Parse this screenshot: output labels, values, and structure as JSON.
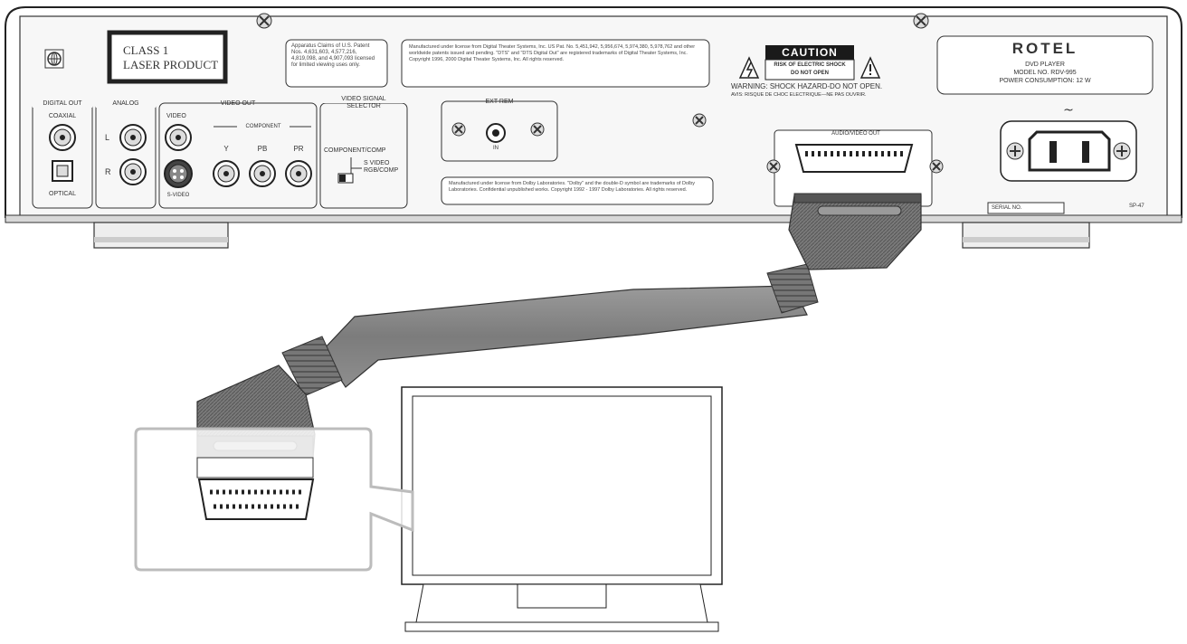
{
  "laser_label": {
    "line1": "CLASS 1",
    "line2": "LASER PRODUCT"
  },
  "patent_note": "Apparatus Claims of U.S. Patent Nos. 4,631,603, 4,577,216, 4,819,098, and 4,907,093 licensed for limited viewing uses only.",
  "dts_note": "Manufactured under license from Digital Theater Systems, Inc. US Pat. No. 5,451,942, 5,956,674, 5,974,380, 5,978,762 and other worldwide patents issued and pending. \"DTS\" and \"DTS Digital Out\" are registered trademarks of Digital Theater Systems, Inc. Copyright 1996, 2000 Digital Theater Systems, Inc. All rights reserved.",
  "dolby_note": "Manufactured under license from Dolby Laboratories. \"Dolby\" and the double-D symbol are trademarks of Dolby Laboratories. Confidential unpublished works. Copyright 1992 - 1997 Dolby Laboratories. All rights reserved.",
  "caution": {
    "title": "CAUTION",
    "line1": "RISK OF ELECTRIC SHOCK",
    "line2": "DO NOT OPEN",
    "warning": "WARNING: SHOCK HAZARD-DO NOT OPEN.",
    "french": "AVIS: RISQUE DE CHOC ELECTRIQUE—NE PAS OUVRIR."
  },
  "brand": {
    "name": "ROTEL",
    "model_line1": "DVD PLAYER",
    "model_line2": "MODEL NO. RDV-995",
    "power": "POWER CONSUMPTION: 12 W"
  },
  "sections": {
    "digital_out": "DIGITAL OUT",
    "coaxial": "COAXIAL",
    "optical": "OPTICAL",
    "analog": "ANALOG",
    "l": "L",
    "r": "R",
    "video_out": "VIDEO OUT",
    "video": "VIDEO",
    "component": "COMPONENT",
    "y": "Y",
    "pb": "PB",
    "pr": "PR",
    "s_video": "S-VIDEO",
    "selector_line1": "VIDEO SIGNAL",
    "selector_line2": "SELECTOR",
    "component_comp": "COMPONENT/COMP",
    "s_video_sw": "S VIDEO",
    "rgb_comp": "RGB/COMP",
    "ext_rem": "EXT REM",
    "in": "IN",
    "av_out": "AUDIO/VIDEO OUT",
    "serial": "SERIAL NO.",
    "code": "SP-47"
  }
}
